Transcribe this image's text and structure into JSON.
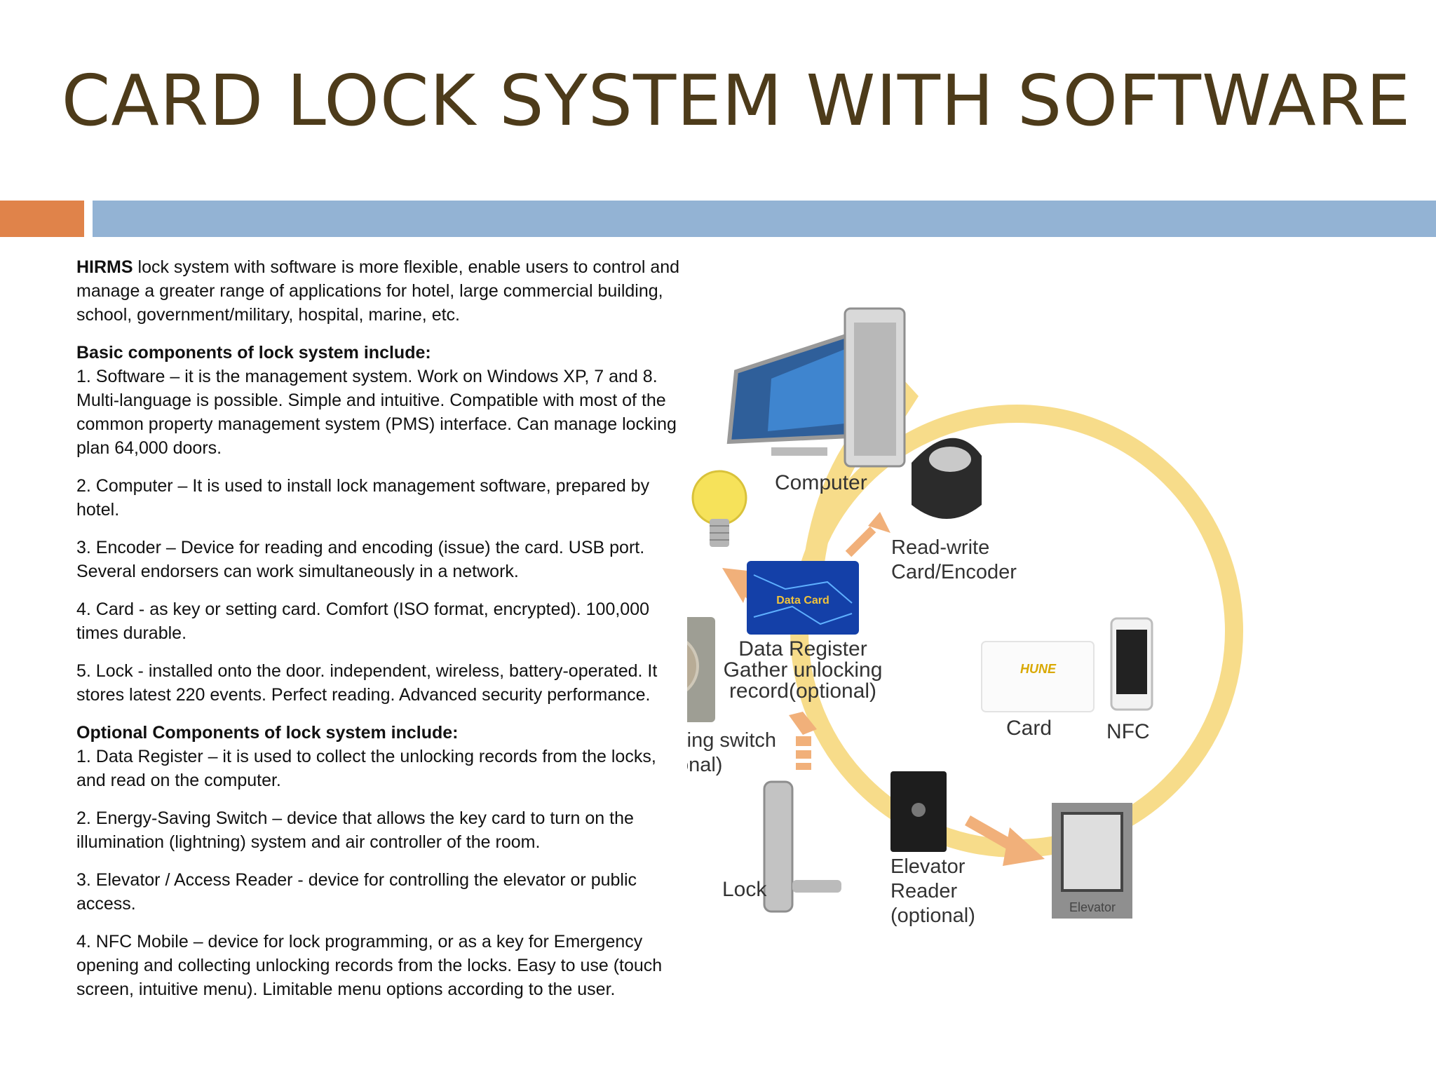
{
  "title": "CARD LOCK SYSTEM WITH SOFTWARE",
  "colors": {
    "title": "#4d3b1a",
    "accent_orange": "#e0834a",
    "accent_blue": "#93b3d4",
    "arrow_yellow": "#f5d27a",
    "arrow_orange": "#f1b07a"
  },
  "intro": {
    "brand": "HIRMS",
    "text": " lock system with software is more flexible, enable users to control and manage a greater range of applications for hotel, large commercial building, school, government/military, hospital, marine, etc."
  },
  "basic": {
    "heading": "Basic components of lock system include:",
    "items": [
      "1. Software – it is the management system. Work on Windows XP, 7 and 8. Multi-language is possible. Simple and intuitive. Compatible with most of the common property management system (PMS) interface. Can manage locking plan 64,000 doors.",
      "2. Computer – It is used to install lock management software, prepared by hotel.",
      "3. Encoder – Device for reading and encoding (issue) the card. USB port. Several endorsers can work simultaneously in a network.",
      "4. Card -  as key or setting card. Comfort (ISO format, encrypted). 100,000 times durable.",
      "5. Lock -  installed onto the door. independent, wireless, battery-operated. It stores latest 220 events. Perfect reading. Advanced security performance."
    ]
  },
  "optional": {
    "heading": "Optional Components of lock system include:",
    "items": [
      "1. Data Register – it is used to collect the unlocking records from the locks, and read on the computer.",
      "2. Energy-Saving Switch – device that allows the key card to turn on the illumination (lightning) system and air controller of the room.",
      "3. Elevator / Access Reader -  device for controlling the elevator or public access.",
      "4. NFC Mobile – device for lock programming, or as a key for Emergency opening and collecting unlocking records from the locks. Easy to use (touch screen, intuitive menu). Limitable menu options according to the user."
    ]
  },
  "diagram": {
    "computer": "Computer",
    "encoder_line1": "Read-write",
    "encoder_line2": "Card/Encoder",
    "data_card": "Data Card",
    "data_register_line1": "Data Register",
    "data_register_line2": "Gather unlocking",
    "data_register_line3": "record(optional)",
    "card": "Card",
    "nfc": "NFC",
    "energy_line1": "Energy-saving switch",
    "energy_line2": "(optional)",
    "lock": "Lock",
    "elevator_line1": "Elevator",
    "elevator_line2": "Reader",
    "elevator_line3": "(optional)",
    "elevator_sign": "Elevator",
    "card_brand": "HUNE"
  }
}
